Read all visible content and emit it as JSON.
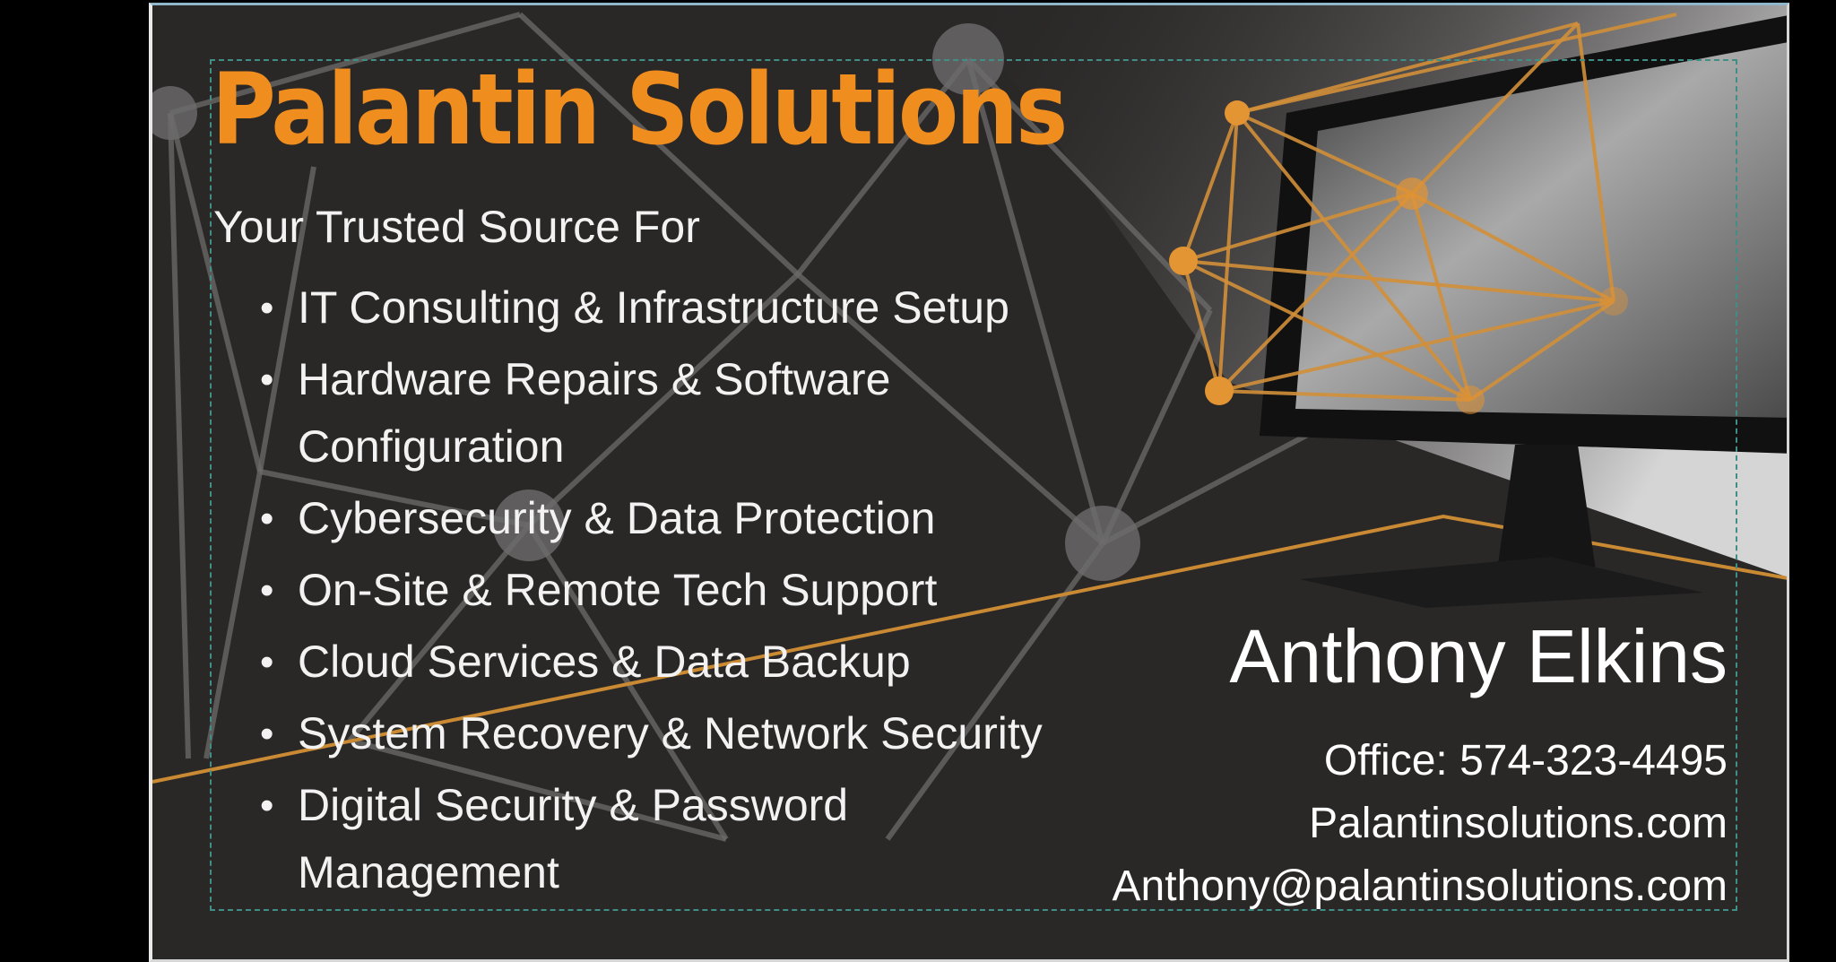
{
  "card": {
    "company_name": "Palantin Solutions",
    "tagline": "Your Trusted Source For",
    "services": [
      "IT Consulting & Infrastructure Setup",
      "Hardware Repairs & Software Configuration",
      "Cybersecurity & Data Protection",
      "On-Site & Remote Tech Support",
      "Cloud Services & Data Backup",
      "System Recovery & Network Security",
      "Digital Security & Password Management"
    ],
    "contact": {
      "name": "Anthony Elkins",
      "office": "Office: 574-323-4495",
      "website": "Palantinsolutions.com",
      "email": "Anthony@palantinsolutions.com"
    },
    "colors": {
      "background": "#2a2727",
      "accent": "#f08d1f",
      "text": "#f2f2f2"
    },
    "icons": [
      "monitor-illustration",
      "network-mesh-graphic"
    ]
  }
}
